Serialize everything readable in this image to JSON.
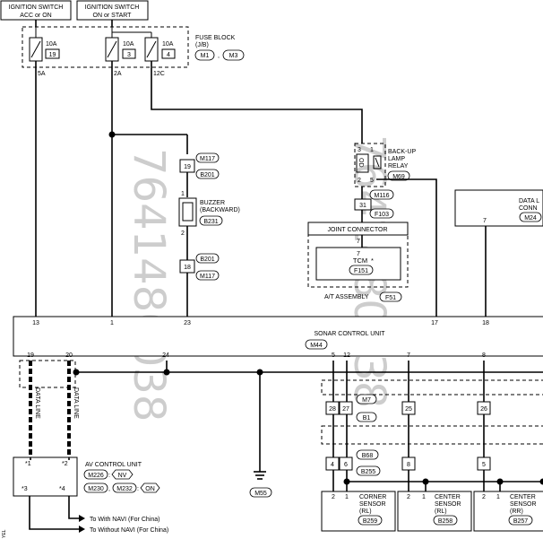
{
  "power": {
    "acc": "IGNITION SWITCH\nACC or ON",
    "ign": "IGNITION SWITCH\nON or START"
  },
  "fuse_block": {
    "title": "FUSE BLOCK\n(J/B)",
    "conn1": "M1",
    "conn2": "M3",
    "fuses": [
      {
        "amp": "10A",
        "num": "19",
        "term": "5A"
      },
      {
        "amp": "10A",
        "num": "3",
        "term": "2A"
      },
      {
        "amp": "10A",
        "num": "4",
        "term": "12C"
      }
    ]
  },
  "buzzer": {
    "label": "BUZZER\n(BACKWARD)",
    "conn": "B231",
    "pin_top": "1",
    "pin_bottom": "2",
    "top_pin": "19",
    "top_conn1": "M117",
    "top_conn2": "B201",
    "bot_pin": "18",
    "bot_conn1": "B201",
    "bot_conn2": "M117"
  },
  "relay": {
    "label": "BACK-UP\nLAMP\nRELAY",
    "conn": "M69",
    "pins": [
      "3",
      "1",
      "2",
      "5"
    ],
    "side_text": "OD"
  },
  "tcm": {
    "joint_label": "JOINT CONNECTOR",
    "pin31": "31",
    "conn_m116": "M116",
    "conn_f103": "F103",
    "pin7a": "7",
    "pin7b": "7",
    "label": "TCM",
    "asterisk": "*",
    "conn_f151": "F151",
    "assembly": "A/T ASSEMBLY",
    "assembly_conn": "F51"
  },
  "data_link": {
    "label": "DATA L\nCONN",
    "conn": "M24",
    "pin": "7"
  },
  "sonar": {
    "label": "SONAR CONTROL UNIT",
    "conn": "M44",
    "top_pins": [
      "13",
      "1",
      "23",
      "17",
      "18"
    ],
    "bottom_pins": [
      "19",
      "20",
      "24",
      "5",
      "12",
      "7",
      "8"
    ]
  },
  "harness": {
    "m7": "M7",
    "b1": "B1",
    "b68": "B68",
    "b255": "B255",
    "pins_top": [
      "28",
      "27",
      "25",
      "26"
    ],
    "pins_bottom": [
      "4",
      "6",
      "8",
      "5"
    ]
  },
  "data_line": "DATA LINE",
  "av_unit": {
    "label": "AV CONTROL UNIT",
    "conn1": "M226",
    "nv": "NV",
    "conn2": "M230",
    "conn3": "M232",
    "on": "ON",
    "pins": [
      "*1",
      "*2",
      "*3",
      "*4"
    ]
  },
  "ground": {
    "conn": "M55"
  },
  "navi": {
    "with": "To With NAVI (For China)",
    "without": "To Without NAVI (For China)"
  },
  "sensors": [
    {
      "label": "CORNER\nSENSOR\n(RL)",
      "conn": "B259",
      "pins": [
        "2",
        "1"
      ]
    },
    {
      "label": "CENTER\nSENSOR\n(RL)",
      "conn": "B258",
      "pins": [
        "2",
        "1"
      ]
    },
    {
      "label": "CENTER\nSENSOR\n(RR)",
      "conn": "B257",
      "pins": [
        "2",
        "1"
      ]
    }
  ],
  "watermark": "7641480038",
  "side_mark": "YEL"
}
